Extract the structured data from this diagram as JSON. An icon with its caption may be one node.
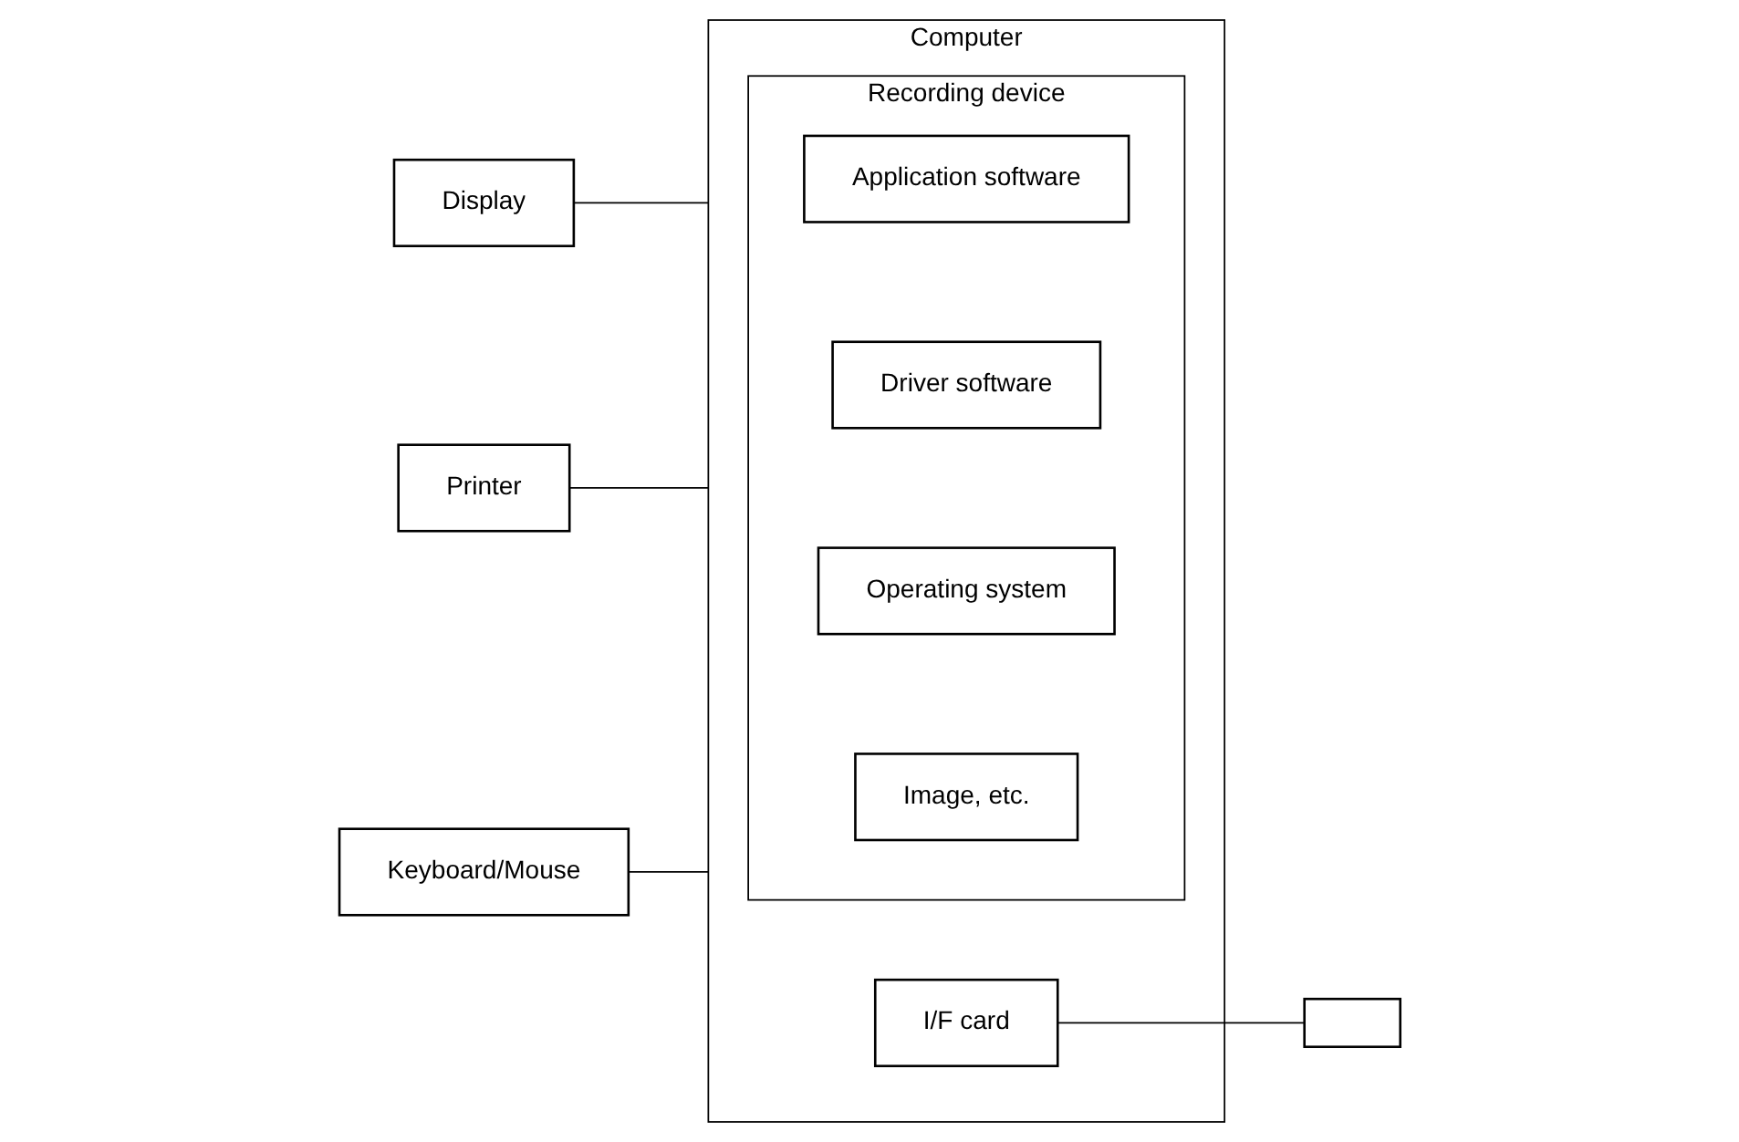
{
  "diagram": {
    "nodes": [
      {
        "text": [
          "Display"
        ]
      },
      {
        "text": [
          "Computer"
        ]
      },
      {
        "text": [
          "Printer"
        ]
      },
      {
        "text": [
          "I/F card"
        ],
        "in": 1
      },
      {
        "text": [],
        "shape": "box"
      },
      {
        "text": [
          "Keyboard/Mouse"
        ]
      },
      {
        "text": [
          "Recording device"
        ],
        "in": 1
      },
      {
        "text": [
          "Application software"
        ],
        "in": 6
      },
      {
        "text": [
          "Driver software"
        ],
        "in": 6
      },
      {
        "text": [
          "Operating system"
        ],
        "in": 6
      },
      {
        "text": [
          "Image, etc."
        ],
        "in": 6
      }
    ],
    "edges": [
      {
        "from": 0,
        "to": 1,
        "arrow": "none"
      },
      {
        "from": 2,
        "to": 1,
        "arrow": "none"
      },
      {
        "from": 3,
        "to": 4,
        "arrow": "none"
      },
      {
        "from": 5,
        "to": 1,
        "arrow": "none"
      }
    ]
  }
}
